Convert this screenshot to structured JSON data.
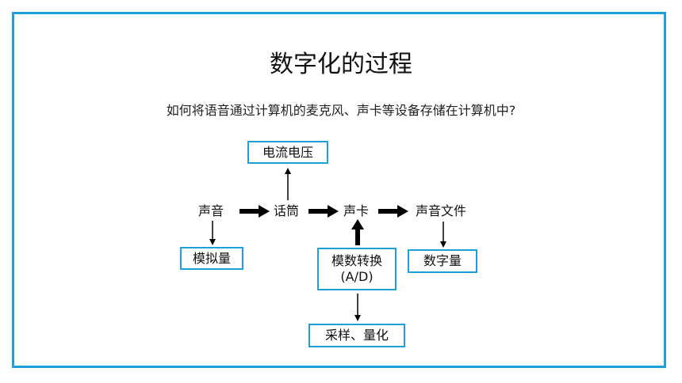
{
  "title": "数字化的过程",
  "question": "如何将语音通过计算机的麦克风、声卡等设备存储在计算机中?",
  "flow": {
    "sound": "声音",
    "microphone": "话筒",
    "sound_card": "声卡",
    "sound_file": "声音文件"
  },
  "boxes": {
    "current_voltage": "电流电压",
    "analog": "模拟量",
    "ad_convert": "模数转换",
    "ad_convert_sub": "(A/D)",
    "digital": "数字量",
    "sampling": "采样、量化"
  },
  "colors": {
    "frame": "#1ea1d9",
    "arrow": "#000000"
  }
}
